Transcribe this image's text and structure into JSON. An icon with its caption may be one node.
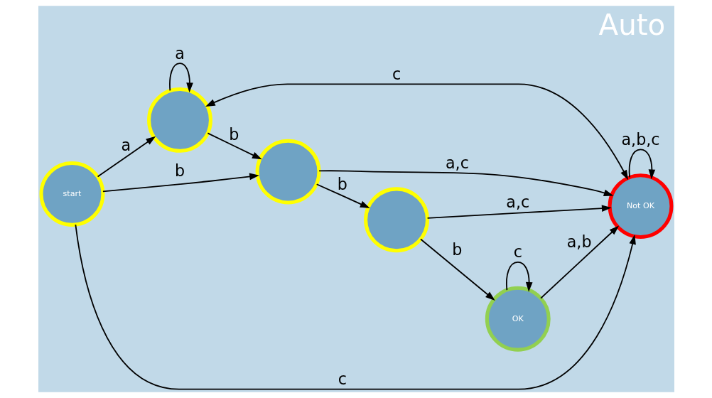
{
  "diagram": {
    "title": "Auto",
    "nodes": [
      {
        "text": [
          "start"
        ]
      },
      {
        "text": [],
        "shape": "circle"
      },
      {
        "text": [],
        "shape": "circle"
      },
      {
        "text": [],
        "shape": "circle"
      },
      {
        "text": [
          "OK"
        ]
      },
      {
        "text": [
          "Not OK"
        ]
      }
    ],
    "edges": [
      {
        "from": 1,
        "to": 1,
        "arrow": "to",
        "label": "a"
      },
      {
        "from": 0,
        "to": 1,
        "arrow": "to",
        "label": "a"
      },
      {
        "from": 1,
        "to": 2,
        "arrow": "to",
        "label": "b"
      },
      {
        "from": 0,
        "to": 2,
        "arrow": "to",
        "label": "b"
      },
      {
        "from": 2,
        "to": 3,
        "arrow": "to",
        "label": "b"
      },
      {
        "from": 3,
        "to": 4,
        "arrow": "to",
        "label": "b"
      },
      {
        "from": 4,
        "to": 4,
        "arrow": "to",
        "label": "c"
      },
      {
        "from": 0,
        "to": 5,
        "arrow": "to",
        "label": "c"
      },
      {
        "from": 2,
        "to": 5,
        "arrow": "to",
        "label": "a,c"
      },
      {
        "from": 3,
        "to": 5,
        "arrow": "to",
        "label": "a,c"
      },
      {
        "from": 4,
        "to": 5,
        "arrow": "to",
        "label": "a,b"
      },
      {
        "from": 5,
        "to": 1,
        "arrow": "both",
        "label": "c"
      },
      {
        "from": 5,
        "to": 5,
        "arrow": "to",
        "label": "a,b,c"
      }
    ]
  }
}
